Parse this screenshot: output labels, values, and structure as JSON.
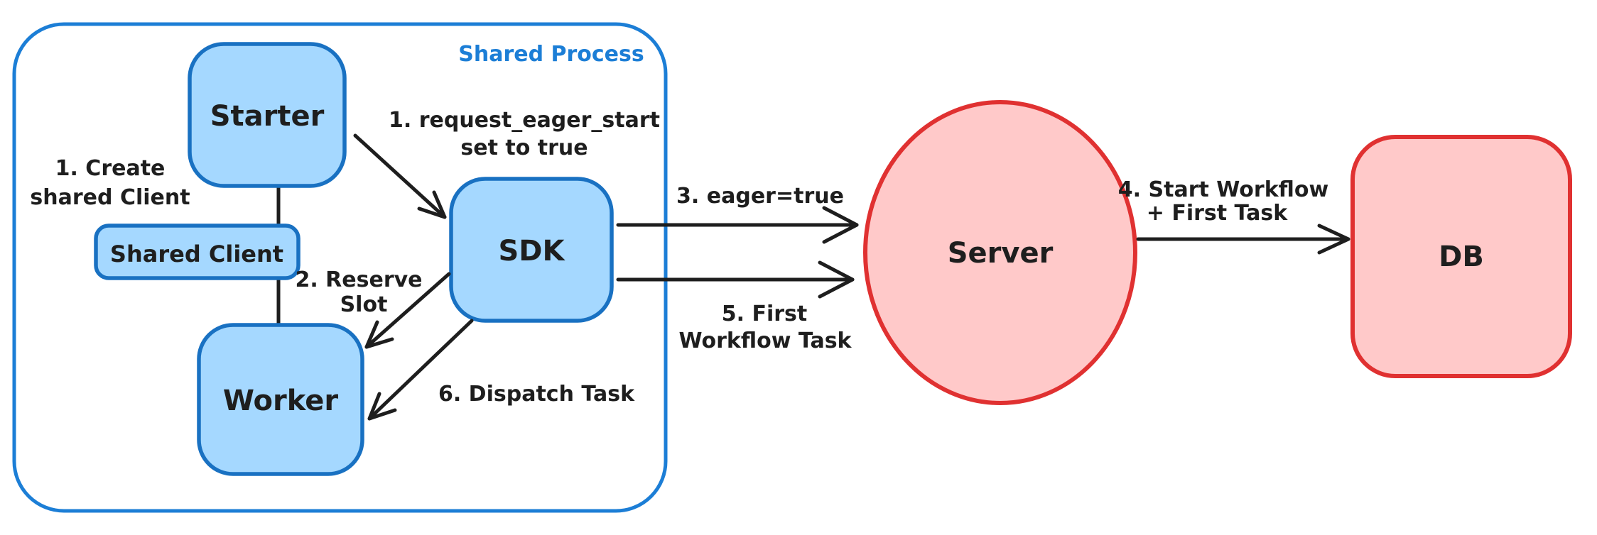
{
  "diagram": {
    "container": {
      "label": "Shared Process"
    },
    "nodes": {
      "starter": "Starter",
      "shared_client": "Shared Client",
      "worker": "Worker",
      "sdk": "SDK",
      "server": "Server",
      "db": "DB"
    },
    "annotations": {
      "create_client_line1": "1. Create",
      "create_client_line2": "shared Client",
      "request_eager_line1": "1. request_eager_start",
      "request_eager_line2": "set to true",
      "reserve_slot_line1": "2. Reserve",
      "reserve_slot_line2": "Slot",
      "eager_true": "3. eager=true",
      "start_workflow_line1": "4. Start Workflow",
      "start_workflow_line2": "+ First Task",
      "first_task_line1": "5. First",
      "first_task_line2": "Workflow Task",
      "dispatch_task": "6. Dispatch Task"
    },
    "colors": {
      "blue_stroke": "#1971c2",
      "blue_container": "#1c7ed6",
      "blue_fill": "#a5d8ff",
      "red_stroke": "#e03131",
      "red_fill": "#ffc9c9",
      "ink": "#1e1e1e",
      "background": "#ffffff"
    }
  }
}
